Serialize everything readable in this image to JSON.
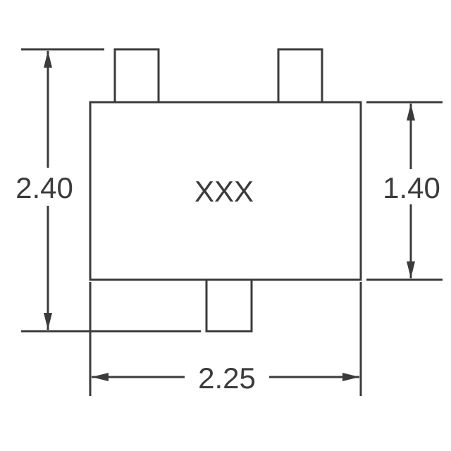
{
  "diagram": {
    "body_marking": "XXX",
    "dimensions": {
      "overall_height_label": "2.40",
      "body_height_label": "1.40",
      "body_width_label": "2.25"
    },
    "colors": {
      "line": "#3b3b3d",
      "background": "#ffffff"
    }
  }
}
